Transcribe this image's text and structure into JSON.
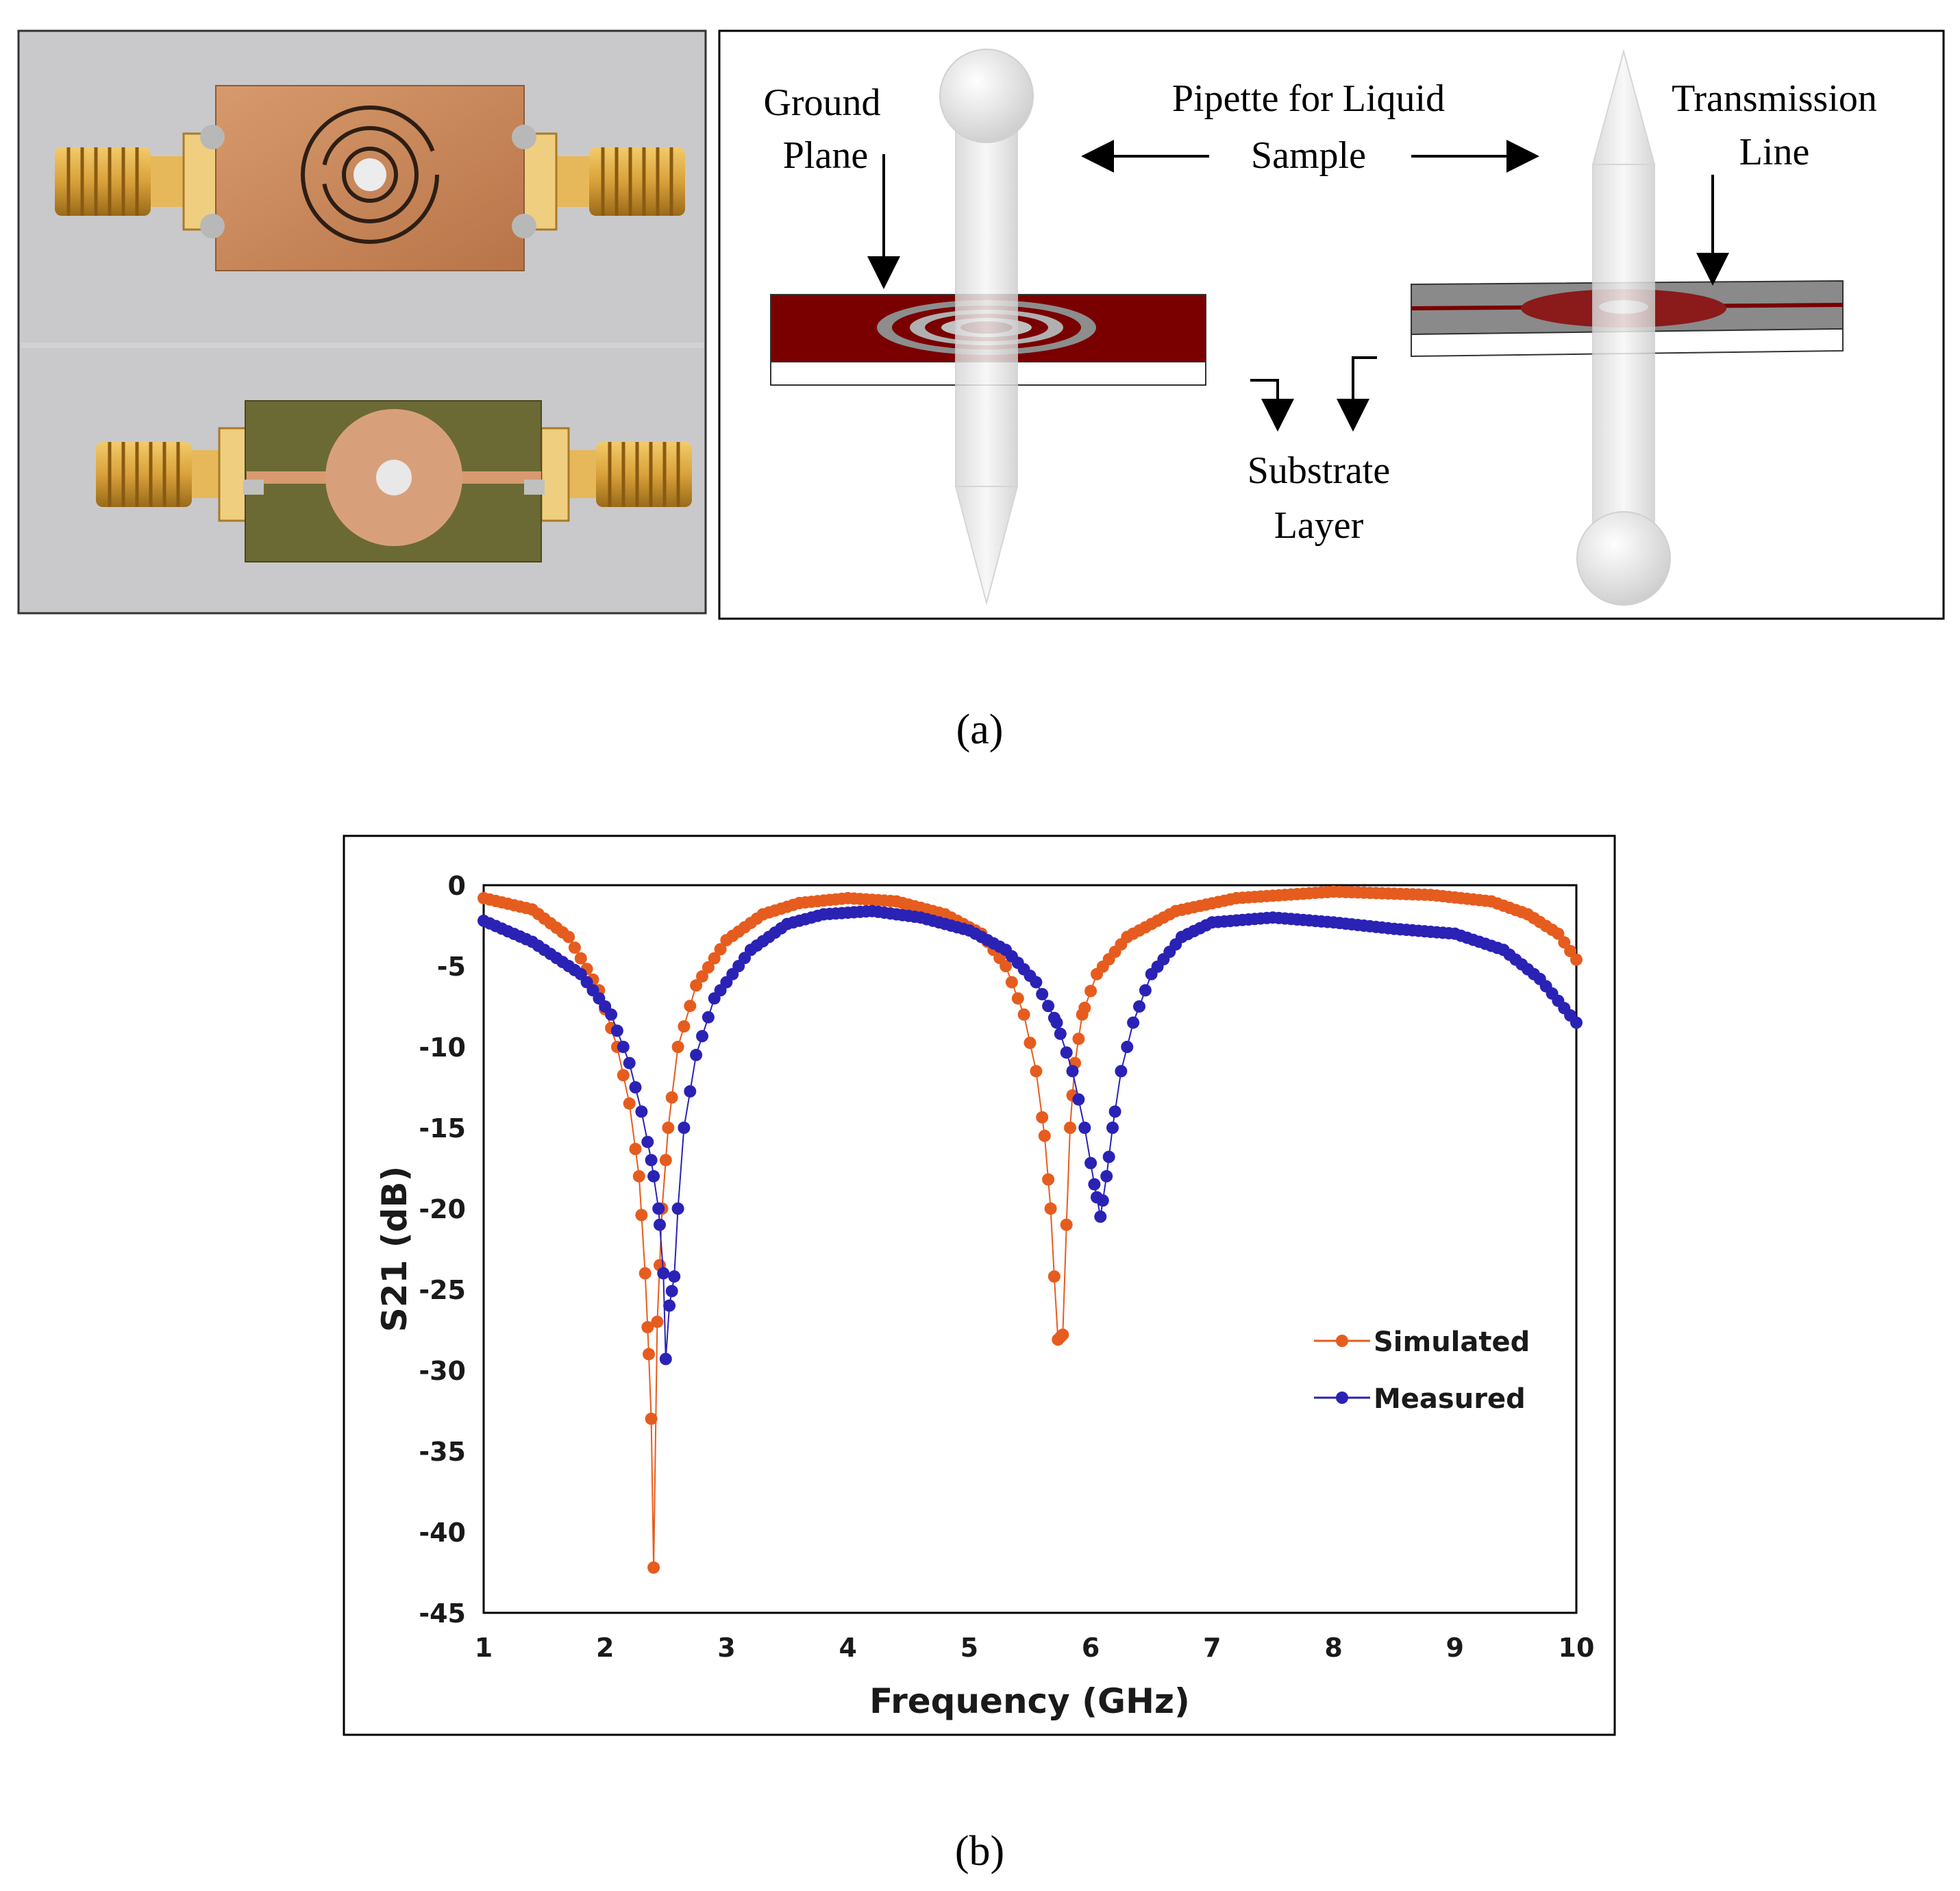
{
  "panel_a": {
    "caption": "(a)",
    "labels": {
      "ground_plane_line1": "Ground",
      "ground_plane_line2": "Plane",
      "pipette_line1": "Pipette for Liquid",
      "pipette_line2": "Sample",
      "transmission_line1": "Transmission",
      "transmission_line2": "Line",
      "substrate_line1": "Substrate",
      "substrate_line2": "Layer"
    },
    "colors": {
      "copper": "#c98a5e",
      "ground_red": "#7a0000",
      "gold": "#d9a13a",
      "pcb_green": "#6b6a34",
      "photo_bg": "#c9c9cb"
    }
  },
  "panel_b": {
    "caption": "(b)"
  },
  "chart_data": {
    "type": "scatter",
    "xlabel": "Frequency (GHz)",
    "ylabel": "S21 (dB)",
    "xlim": [
      1,
      10
    ],
    "ylim": [
      -45,
      0
    ],
    "xticks": [
      1,
      2,
      3,
      4,
      5,
      6,
      7,
      8,
      9,
      10
    ],
    "yticks": [
      0,
      -5,
      -10,
      -15,
      -20,
      -25,
      -30,
      -35,
      -40,
      -45
    ],
    "grid": false,
    "legend": "right",
    "series": [
      {
        "name": "Simulated",
        "color": "#e65c1e",
        "anchors": [
          [
            1.0,
            -0.8
          ],
          [
            1.4,
            -1.5
          ],
          [
            1.7,
            -3.2
          ],
          [
            1.95,
            -6.5
          ],
          [
            2.1,
            -10
          ],
          [
            2.2,
            -13.5
          ],
          [
            2.28,
            -18
          ],
          [
            2.33,
            -24
          ],
          [
            2.36,
            -29
          ],
          [
            2.38,
            -33
          ],
          [
            2.4,
            -42.2
          ],
          [
            2.43,
            -27
          ],
          [
            2.47,
            -20
          ],
          [
            2.52,
            -15
          ],
          [
            2.6,
            -10
          ],
          [
            2.75,
            -6.2
          ],
          [
            3.0,
            -3.4
          ],
          [
            3.3,
            -1.8
          ],
          [
            3.6,
            -1.1
          ],
          [
            4.0,
            -0.8
          ],
          [
            4.4,
            -1.0
          ],
          [
            4.8,
            -1.8
          ],
          [
            5.1,
            -3.0
          ],
          [
            5.3,
            -5.0
          ],
          [
            5.45,
            -8.0
          ],
          [
            5.55,
            -11.5
          ],
          [
            5.62,
            -15.5
          ],
          [
            5.67,
            -20
          ],
          [
            5.7,
            -24.2
          ],
          [
            5.73,
            -28.1
          ],
          [
            5.77,
            -27.8
          ],
          [
            5.8,
            -21
          ],
          [
            5.83,
            -15
          ],
          [
            5.87,
            -11
          ],
          [
            5.93,
            -8
          ],
          [
            6.05,
            -5.5
          ],
          [
            6.3,
            -3.2
          ],
          [
            6.7,
            -1.6
          ],
          [
            7.2,
            -0.8
          ],
          [
            8.0,
            -0.4
          ],
          [
            8.8,
            -0.6
          ],
          [
            9.3,
            -1.0
          ],
          [
            9.6,
            -1.8
          ],
          [
            9.85,
            -3.0
          ],
          [
            10.0,
            -4.6
          ]
        ]
      },
      {
        "name": "Measured",
        "color": "#2a22b5",
        "anchors": [
          [
            1.0,
            -2.2
          ],
          [
            1.4,
            -3.5
          ],
          [
            1.8,
            -5.5
          ],
          [
            2.05,
            -8
          ],
          [
            2.2,
            -11
          ],
          [
            2.3,
            -14
          ],
          [
            2.38,
            -17
          ],
          [
            2.44,
            -20
          ],
          [
            2.48,
            -24
          ],
          [
            2.5,
            -29.3
          ],
          [
            2.53,
            -26
          ],
          [
            2.57,
            -24.2
          ],
          [
            2.6,
            -20
          ],
          [
            2.65,
            -15
          ],
          [
            2.75,
            -10.5
          ],
          [
            2.9,
            -7
          ],
          [
            3.2,
            -4
          ],
          [
            3.5,
            -2.4
          ],
          [
            3.8,
            -1.8
          ],
          [
            4.2,
            -1.6
          ],
          [
            4.6,
            -2.0
          ],
          [
            5.0,
            -2.8
          ],
          [
            5.3,
            -4.0
          ],
          [
            5.55,
            -6.0
          ],
          [
            5.72,
            -8.5
          ],
          [
            5.85,
            -11.5
          ],
          [
            5.95,
            -15
          ],
          [
            6.03,
            -18.5
          ],
          [
            6.08,
            -20.5
          ],
          [
            6.13,
            -18
          ],
          [
            6.18,
            -15
          ],
          [
            6.25,
            -11.5
          ],
          [
            6.35,
            -8.5
          ],
          [
            6.5,
            -5.5
          ],
          [
            6.75,
            -3.2
          ],
          [
            7.0,
            -2.3
          ],
          [
            7.5,
            -2.0
          ],
          [
            8.0,
            -2.3
          ],
          [
            8.5,
            -2.7
          ],
          [
            9.0,
            -3.0
          ],
          [
            9.4,
            -4.0
          ],
          [
            9.7,
            -5.8
          ],
          [
            10.0,
            -8.5
          ]
        ]
      }
    ]
  }
}
